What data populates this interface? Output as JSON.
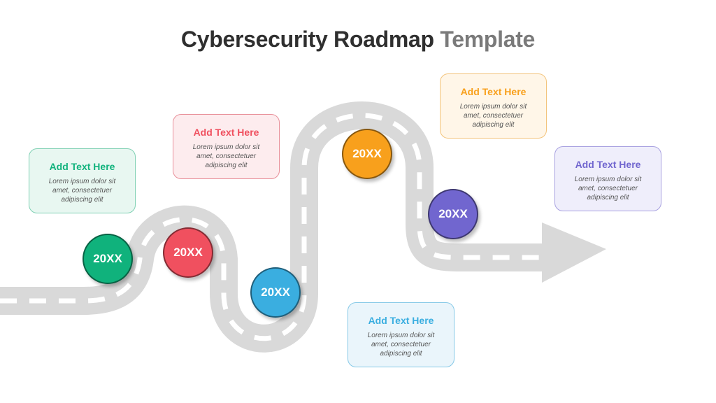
{
  "title": {
    "main": "Cybersecurity Roadmap",
    "accent": "Template"
  },
  "colors": {
    "road": "#d9d9d9",
    "dashes": "#ffffff",
    "green": "#10b27c",
    "red": "#f0505f",
    "blue": "#3aaee0",
    "orange": "#f8a01c",
    "purple": "#7166cf"
  },
  "milestones": [
    {
      "label": "20XX",
      "color": "#10b27c"
    },
    {
      "label": "20XX",
      "color": "#f0505f"
    },
    {
      "label": "20XX",
      "color": "#3aaee0"
    },
    {
      "label": "20XX",
      "color": "#f8a01c"
    },
    {
      "label": "20XX",
      "color": "#7166cf"
    }
  ],
  "cards": [
    {
      "title": "Add Text Here",
      "body": "Lorem ipsum dolor sit amet, consectetuer adipiscing elit",
      "title_color": "#10b27c",
      "bg": "#e8f7f1",
      "border": "#7fd0b3"
    },
    {
      "title": "Add Text Here",
      "body": "Lorem ipsum dolor sit amet, consectetuer adipiscing elit",
      "title_color": "#f0505f",
      "bg": "#fdecee",
      "border": "#e8909a"
    },
    {
      "title": "Add Text Here",
      "body": "Lorem ipsum dolor sit amet, consectetuer adipiscing elit",
      "title_color": "#3aaee0",
      "bg": "#eaf5fb",
      "border": "#86c9e7"
    },
    {
      "title": "Add Text Here",
      "body": "Lorem ipsum dolor sit amet, consectetuer adipiscing elit",
      "title_color": "#f8a01c",
      "bg": "#fff6e8",
      "border": "#f3c47c"
    },
    {
      "title": "Add Text Here",
      "body": "Lorem ipsum dolor sit amet, consectetuer adipiscing elit",
      "title_color": "#7166cf",
      "bg": "#efeefb",
      "border": "#a8a1e0"
    }
  ]
}
